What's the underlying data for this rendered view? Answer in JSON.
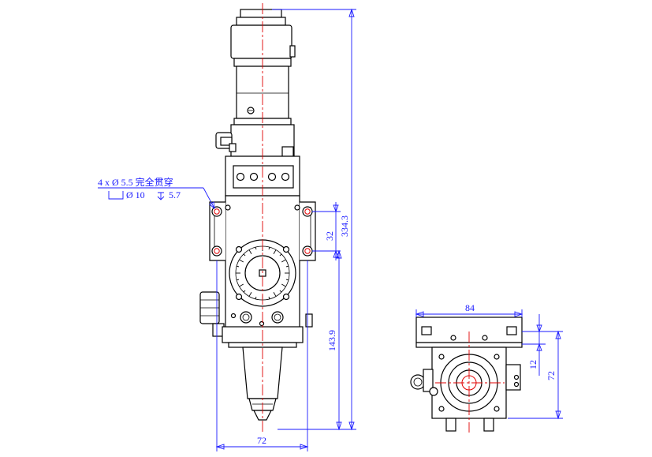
{
  "front_view": {
    "note_line1": "4 x Ø 5.5 完全贯穿",
    "note_line2_diameter": "Ø 10",
    "note_line2_depth": "5.7",
    "dim_total_height": "334.3",
    "dim_hole_spacing": "32",
    "dim_lower_height": "143.9",
    "dim_width": "72"
  },
  "bottom_view": {
    "dim_width": "84",
    "dim_flange": "12",
    "dim_depth": "72"
  },
  "colors": {
    "dimension": "#1a1aff",
    "centerline": "#e00000",
    "outline": "#000000"
  }
}
